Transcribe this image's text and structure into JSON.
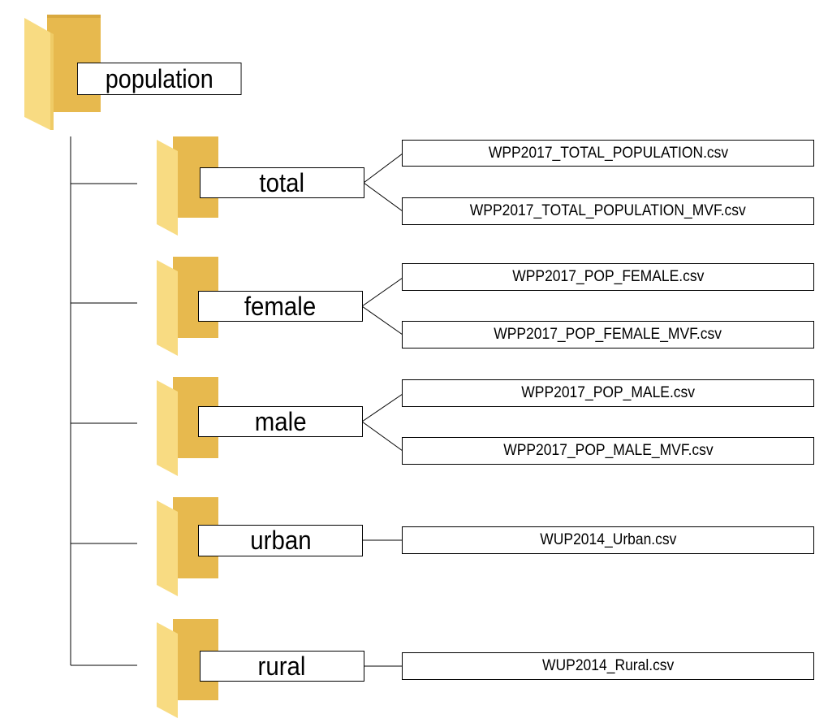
{
  "colors": {
    "folder_front": "#F8DB82",
    "folder_back": "#E7B94E",
    "folder_edge": "#D9A93F",
    "line": "#000000",
    "border": "#000000"
  },
  "icons": {
    "folder": "folder-icon"
  },
  "root": {
    "label": "population"
  },
  "folders": [
    {
      "label": "total",
      "files": [
        "WPP2017_TOTAL_POPULATION.csv",
        "WPP2017_TOTAL_POPULATION_MVF.csv"
      ]
    },
    {
      "label": "female",
      "files": [
        "WPP2017_POP_FEMALE.csv",
        "WPP2017_POP_FEMALE_MVF.csv"
      ]
    },
    {
      "label": "male",
      "files": [
        "WPP2017_POP_MALE.csv",
        "WPP2017_POP_MALE_MVF.csv"
      ]
    },
    {
      "label": "urban",
      "files": [
        "WUP2014_Urban.csv"
      ]
    },
    {
      "label": "rural",
      "files": [
        "WUP2014_Rural.csv"
      ]
    }
  ]
}
